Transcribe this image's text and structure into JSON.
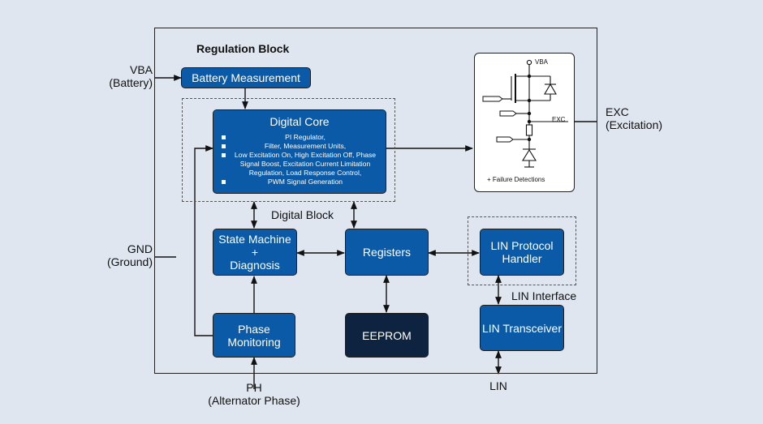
{
  "regulation_block": {
    "title": "Regulation Block"
  },
  "inputs": {
    "vba": "VBA",
    "vba_sub": "(Battery)",
    "gnd": "GND",
    "gnd_sub": "(Ground)",
    "ph": "PH",
    "ph_sub": "(Alternator Phase)",
    "lin": "LIN"
  },
  "outputs": {
    "exc": "EXC",
    "exc_sub": "(Excitation)"
  },
  "blocks": {
    "battery_measurement": "Battery Measurement",
    "digital_core": {
      "title": "Digital Core",
      "bullets": [
        "PI Regulator,",
        "Filter, Measurement Units,",
        "Low Excitation On, High Excitation Off, Phase Signal Boost, Excitation Current Limitation Regulation, Load Response Control,",
        "PWM Signal Generation"
      ]
    },
    "state_machine": {
      "line1": "State Machine",
      "line2": "+",
      "line3": "Diagnosis"
    },
    "registers": "Registers",
    "lin_protocol": {
      "line1": "LIN Protocol",
      "line2": "Handler"
    },
    "lin_transceiver": "LIN Transceiver",
    "phase_monitoring": {
      "line1": "Phase",
      "line2": "Monitoring"
    },
    "eeprom": "EEPROM"
  },
  "groups": {
    "digital_block": "Digital Block",
    "lin_interface": "LIN Interface"
  },
  "excitation_driver": {
    "vba": "VBA",
    "exc": "EXC",
    "caption": "+ Failure Detections"
  }
}
